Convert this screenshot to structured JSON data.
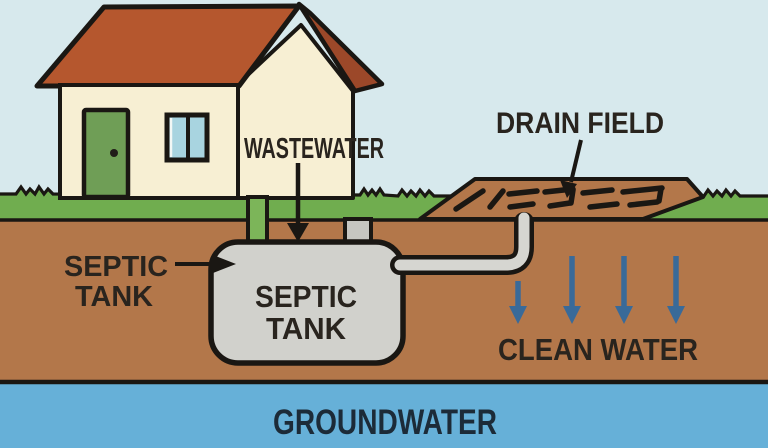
{
  "labels": {
    "wastewater": "WASTEWATER",
    "drain_field": "DRAIN FIELD",
    "callout_septic": "SEPTIC",
    "callout_tank": "TANK",
    "tank_line1": "SEPTIC",
    "tank_line2": "TANK",
    "clean_water": "CLEAN WATER",
    "groundwater": "GROUNDWATER"
  },
  "colors": {
    "sky": "#d7e9ed",
    "grass": "#70ad4f",
    "soil": "#b3774a",
    "groundwater": "#66b0d8",
    "roof": "#b5572e",
    "roof_edge": "#9c4829",
    "wall": "#f7efd3",
    "door": "#6f9e56",
    "door_knob": "#201c18",
    "window_pane": "#a8d4e0",
    "tank": "#d1d1cc",
    "pipe": "#d6d6d1",
    "riser": "#c6c6c1",
    "inlet_pipe": "#7cb559",
    "outline": "#1a1713",
    "text": "#29241e",
    "groundwater_text": "#1c2b38",
    "water_arrow": "#396a99"
  }
}
